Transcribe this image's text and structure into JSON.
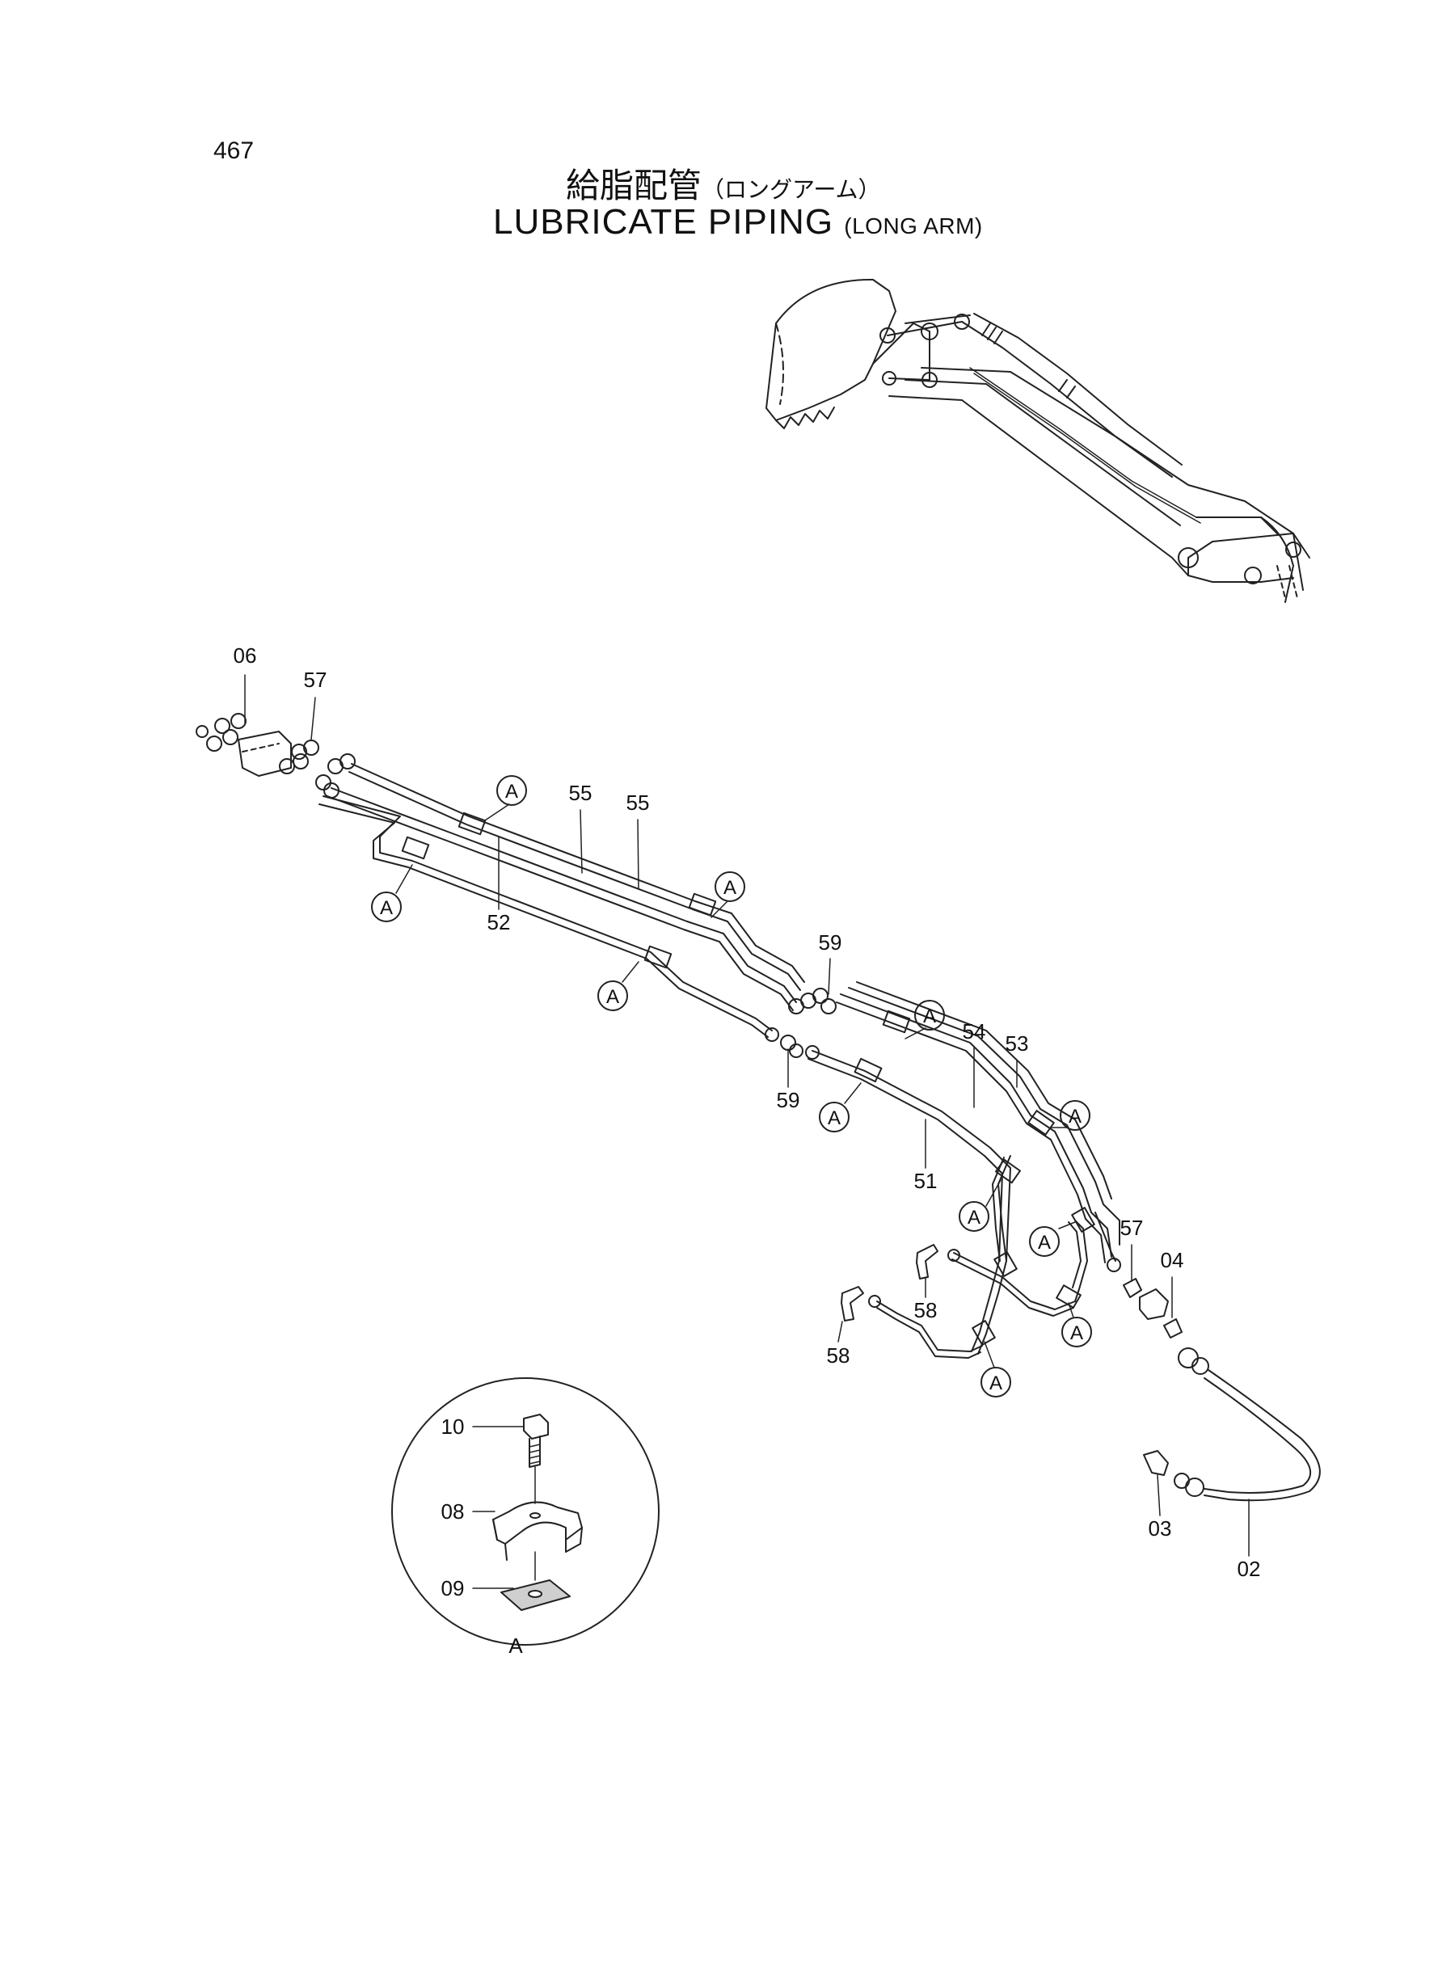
{
  "page_number": "467",
  "title_jp": "給脂配管",
  "title_jp_sub": "（ロングアーム）",
  "title_en": "LUBRICATE PIPING",
  "title_en_sub": "(LONG ARM)",
  "detail_ref": "A",
  "part_labels": {
    "p06": "06",
    "p57a": "57",
    "p55a": "55",
    "p55b": "55",
    "p52": "52",
    "p59a": "59",
    "p59b": "59",
    "p54": "54",
    "p53": "53",
    "p51": "51",
    "p57b": "57",
    "p04": "04",
    "p58a": "58",
    "p58b": "58",
    "p03": "03",
    "p02": "02",
    "p10": "10",
    "p08": "08",
    "p09": "09"
  },
  "detail_caption": "A"
}
